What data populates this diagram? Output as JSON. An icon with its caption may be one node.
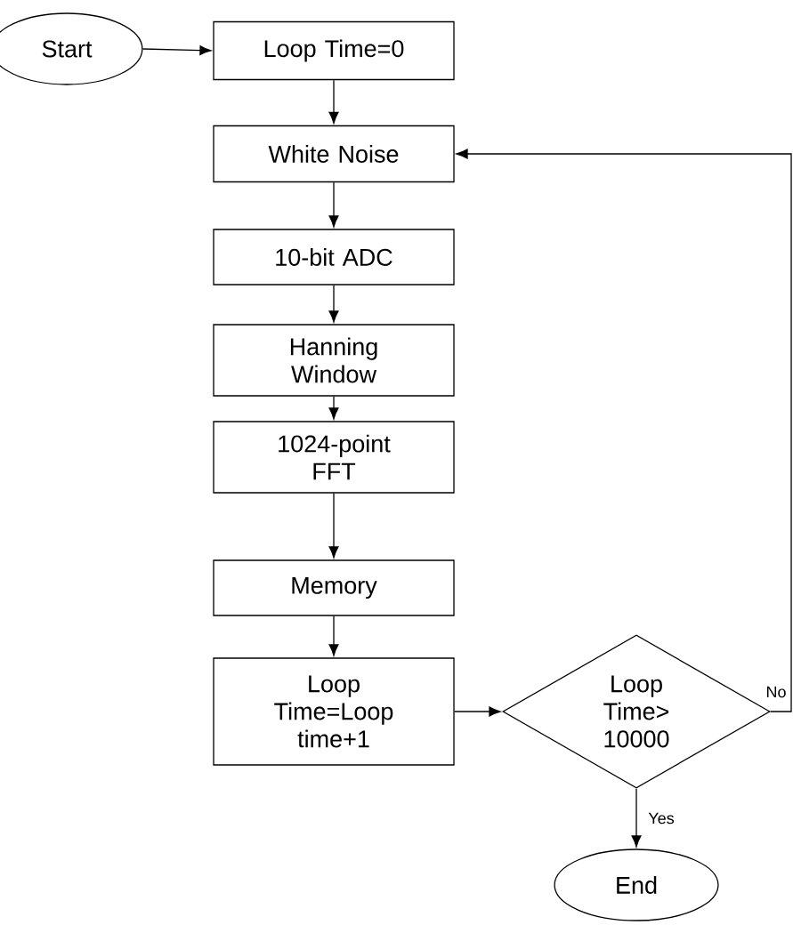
{
  "diagram": {
    "nodes": [
      {
        "text": [
          "Start"
        ]
      },
      {
        "text": [
          "Loop Time=0"
        ]
      },
      {
        "text": [
          "White Noise"
        ]
      },
      {
        "text": [
          "10-bit ADC"
        ]
      },
      {
        "text": [
          "Hanning Window"
        ]
      },
      {
        "text": [
          "1024-point FFT"
        ]
      },
      {
        "text": [
          "Memory"
        ]
      },
      {
        "text": [
          "Loop Time=Loop time+1"
        ]
      },
      {
        "text": [
          "Loop Time> 10000"
        ]
      },
      {
        "text": [
          "End"
        ]
      }
    ],
    "edges": [
      {
        "from": 0,
        "to": 1,
        "arrow": "to"
      },
      {
        "from": 1,
        "to": 2,
        "arrow": "to"
      },
      {
        "from": 2,
        "to": 3,
        "arrow": "to"
      },
      {
        "from": 3,
        "to": 4,
        "arrow": "to"
      },
      {
        "from": 4,
        "to": 5,
        "arrow": "to"
      },
      {
        "from": 5,
        "to": 6,
        "arrow": "to"
      },
      {
        "from": 6,
        "to": 7,
        "arrow": "to"
      },
      {
        "from": 7,
        "to": 8,
        "arrow": "to"
      },
      {
        "from": 8,
        "to": 9,
        "label": "Yes",
        "arrow": "to"
      },
      {
        "from": 8,
        "to": 2,
        "label": "No",
        "arrow": "to"
      }
    ]
  }
}
